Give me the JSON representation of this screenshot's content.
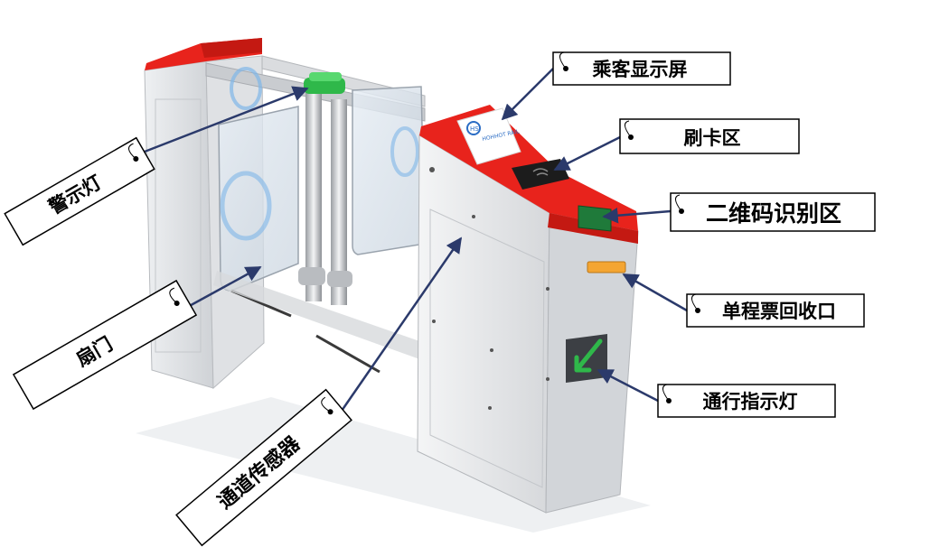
{
  "labels": {
    "passenger_display": "乘客显示屏",
    "card_area": "刷卡区",
    "qr_area": "二维码识别区",
    "ticket_recycle": "单程票回收口",
    "pass_indicator": "通行指示灯",
    "warning_light": "警示灯",
    "fan_gate": "扇门",
    "channel_sensor": "通道传感器"
  },
  "logo": {
    "text": "HOHHOT RAIL",
    "mark": "HS"
  },
  "colors": {
    "gate_red": "#e8231c",
    "steel": "#d9dadc",
    "glass_blue": "#7fb6e8",
    "indicator_green": "#2fb84a",
    "ticket_slot_orange": "#f4a532",
    "arrow_navy": "#2b3a6b"
  }
}
